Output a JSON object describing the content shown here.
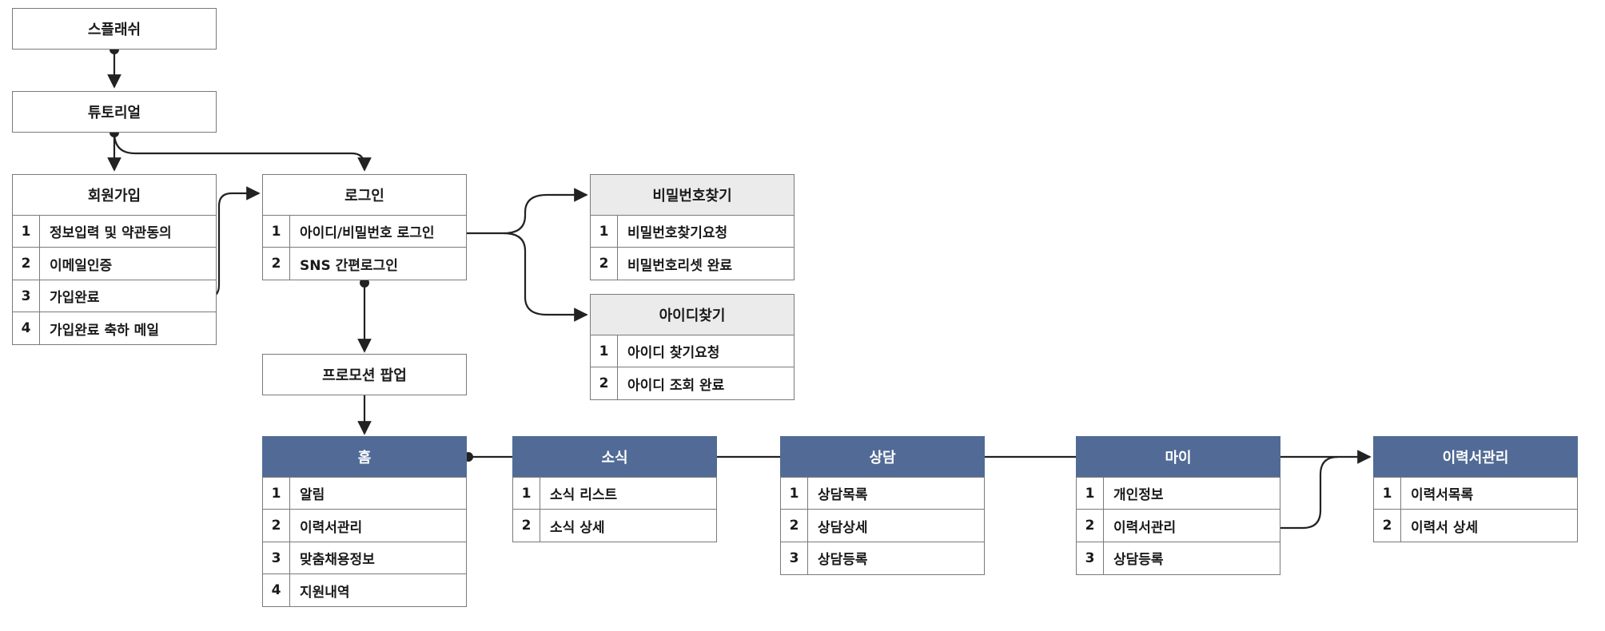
{
  "colors": {
    "accent": "#516b96",
    "header_gray": "#ebebeb",
    "border": "#7a7a7a",
    "line": "#222222"
  },
  "splash": {
    "title": "스플래쉬"
  },
  "tutorial": {
    "title": "튜토리얼"
  },
  "signup": {
    "title": "회원가입",
    "rows": [
      {
        "num": "1",
        "label": "정보입력 및 약관동의"
      },
      {
        "num": "2",
        "label": "이메일인증"
      },
      {
        "num": "3",
        "label": "가입완료"
      },
      {
        "num": "4",
        "label": "가입완료 축하 메일"
      }
    ]
  },
  "login": {
    "title": "로그인",
    "rows": [
      {
        "num": "1",
        "label": "아이디/비밀번호 로그인"
      },
      {
        "num": "2",
        "label": "SNS 간편로그인"
      }
    ]
  },
  "find_password": {
    "title": "비밀번호찾기",
    "rows": [
      {
        "num": "1",
        "label": "비밀번호찾기요청"
      },
      {
        "num": "2",
        "label": "비밀번호리셋 완료"
      }
    ]
  },
  "find_id": {
    "title": "아이디찾기",
    "rows": [
      {
        "num": "1",
        "label": "아이디 찾기요청"
      },
      {
        "num": "2",
        "label": "아이디 조회 완료"
      }
    ]
  },
  "promotion": {
    "title": "프로모션 팝업"
  },
  "home": {
    "title": "홈",
    "rows": [
      {
        "num": "1",
        "label": "알림"
      },
      {
        "num": "2",
        "label": "이력서관리"
      },
      {
        "num": "3",
        "label": "맞춤채용정보"
      },
      {
        "num": "4",
        "label": "지원내역"
      }
    ]
  },
  "news": {
    "title": "소식",
    "rows": [
      {
        "num": "1",
        "label": "소식 리스트"
      },
      {
        "num": "2",
        "label": "소식 상세"
      }
    ]
  },
  "consult": {
    "title": "상담",
    "rows": [
      {
        "num": "1",
        "label": "상담목록"
      },
      {
        "num": "2",
        "label": "상담상세"
      },
      {
        "num": "3",
        "label": "상담등록"
      }
    ]
  },
  "my": {
    "title": "마이",
    "rows": [
      {
        "num": "1",
        "label": "개인정보"
      },
      {
        "num": "2",
        "label": "이력서관리"
      },
      {
        "num": "3",
        "label": "상담등록"
      }
    ]
  },
  "resume": {
    "title": "이력서관리",
    "rows": [
      {
        "num": "1",
        "label": "이력서목록"
      },
      {
        "num": "2",
        "label": "이력서 상세"
      }
    ]
  }
}
